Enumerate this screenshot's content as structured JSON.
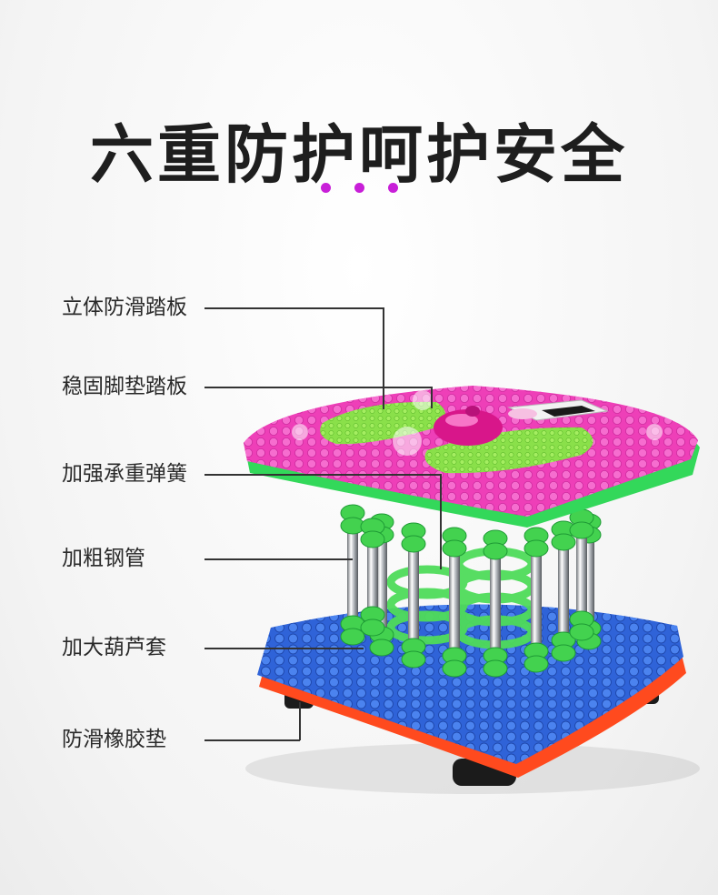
{
  "title": "六重防护呵护安全",
  "accent_dot_color": "#c81fd8",
  "features": [
    {
      "label": "立体防滑踏板"
    },
    {
      "label": "稳固脚垫踏板"
    },
    {
      "label": "加强承重弹簧"
    },
    {
      "label": "加粗钢管"
    },
    {
      "label": "加大葫芦套"
    },
    {
      "label": "防滑橡胶垫"
    }
  ],
  "colors": {
    "top_plate": "#ee3fb8",
    "bottom_plate": "#2f63d8",
    "rim_green": "#33d85a",
    "rim_red": "#ff4a1e",
    "footpad": "#8ae04a"
  }
}
